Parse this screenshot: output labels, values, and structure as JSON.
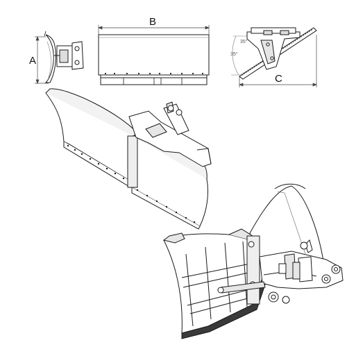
{
  "dimensions": {
    "height_label": "A",
    "width_label": "B",
    "depth_label": "C",
    "angle_labels": [
      "35°",
      "35°"
    ]
  },
  "colors": {
    "line": "#1a1a1a",
    "light_line": "#777777",
    "fill": "#ffffff",
    "shade": "#e6e6e6",
    "dark": "#3a3a3a"
  }
}
